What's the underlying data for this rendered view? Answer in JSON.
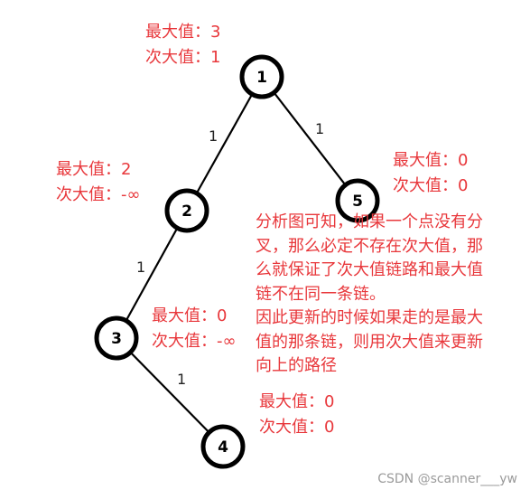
{
  "diagram": {
    "nodes": [
      {
        "id": "1",
        "label": "1",
        "max_label": "最大值：3",
        "second_label": "次大值：1"
      },
      {
        "id": "2",
        "label": "2",
        "max_label": "最大值：2",
        "second_label": "次大值：-∞"
      },
      {
        "id": "3",
        "label": "3",
        "max_label": "最大值：0",
        "second_label": "次大值：-∞"
      },
      {
        "id": "4",
        "label": "4",
        "max_label": "最大值：0",
        "second_label": "次大值：0"
      },
      {
        "id": "5",
        "label": "5",
        "max_label": "最大值：0",
        "second_label": "次大值：0"
      }
    ],
    "edges": [
      {
        "from": "1",
        "to": "2",
        "weight": "1"
      },
      {
        "from": "1",
        "to": "5",
        "weight": "1"
      },
      {
        "from": "2",
        "to": "3",
        "weight": "1"
      },
      {
        "from": "3",
        "to": "4",
        "weight": "1"
      }
    ],
    "note_lines": [
      "分析图可知，如果一个点没有分",
      "叉，那么必定不存在次大值，那",
      "么就保证了次大值链路和最大值",
      "链不在同一条链。",
      "因此更新的时候如果走的是最大",
      "值的那条链，则用次大值来更新",
      "向上的路径"
    ]
  },
  "colors": {
    "annotation": "#e8373b",
    "node_stroke": "#000000",
    "watermark": "#9a9a9a"
  },
  "watermark": "CSDN @scanner___yw"
}
